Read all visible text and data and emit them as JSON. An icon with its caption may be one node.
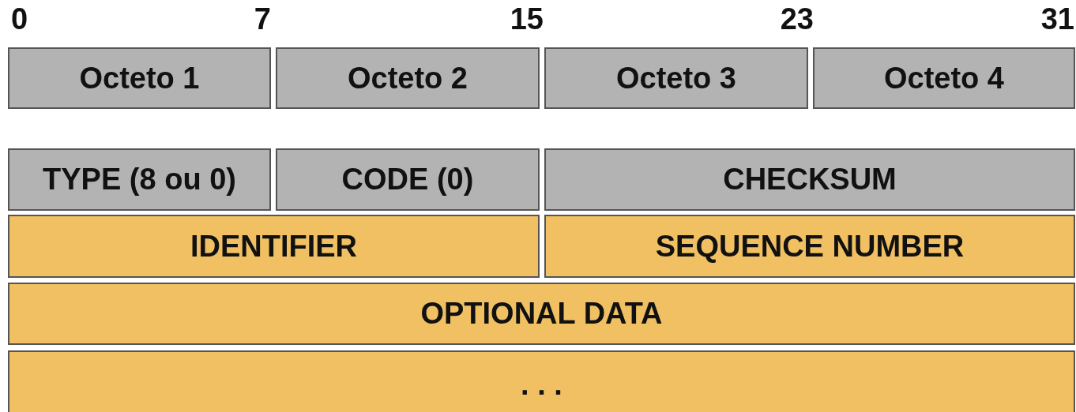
{
  "diagram": {
    "nodes": [
      {
        "text": [
          "Octeto 1"
        ]
      },
      {
        "text": [
          "Octeto 2"
        ]
      },
      {
        "text": [
          "Octeto 3"
        ]
      },
      {
        "text": [
          "Octeto 4"
        ]
      },
      {
        "text": [
          "TYPE (8 ou 0)"
        ]
      },
      {
        "text": [
          "CODE (0)"
        ]
      },
      {
        "text": [
          "CHECKSUM"
        ]
      },
      {
        "text": [
          "IDENTIFIER"
        ]
      },
      {
        "text": [
          "SEQUENCE NUMBER"
        ]
      },
      {
        "text": [
          "OPTIONAL DATA"
        ]
      },
      {
        "text": [
          ". . ."
        ]
      }
    ],
    "edges": [],
    "labels": [
      "0",
      "7",
      "15",
      "23",
      "31"
    ]
  }
}
